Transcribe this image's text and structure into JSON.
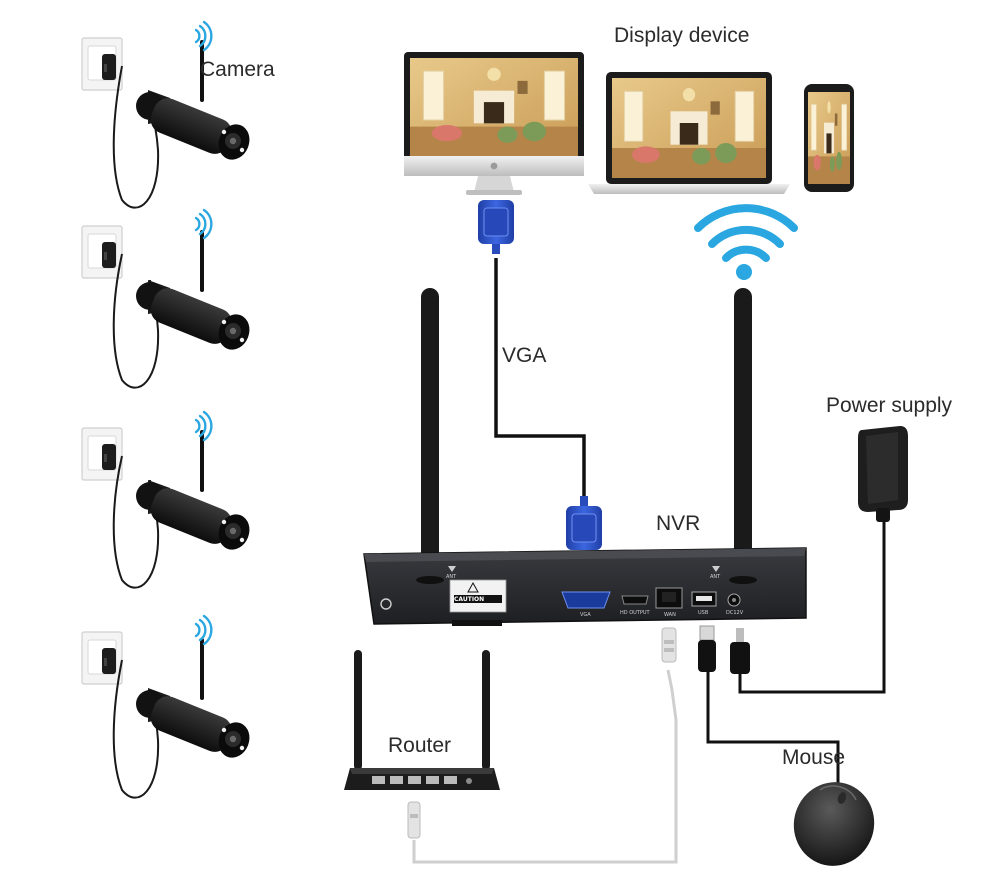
{
  "labels": {
    "camera": "Camera",
    "display_device": "Display device",
    "vga": "VGA",
    "nvr": "NVR",
    "power_supply": "Power supply",
    "router": "Router",
    "mouse": "Mouse"
  },
  "nvr_panel": {
    "caution": "CAUTION",
    "port_vga": "VGA",
    "port_hdmi": "HD OUTPUT",
    "port_wan": "WAN",
    "port_usb": "USB",
    "port_dc": "DC12V",
    "ant_left": "ANT",
    "ant_right": "ANT"
  },
  "colors": {
    "vga_blue": "#2f55c8",
    "wifi_blue": "#2aa7e0",
    "nvr_body": "#2a2b2f",
    "cable_black": "#111111",
    "cable_grey": "#c9c9c9"
  },
  "icons": [
    "wifi-signal-icon",
    "plug-icon",
    "bullet-camera-icon",
    "monitor-icon",
    "laptop-icon",
    "phone-icon",
    "power-adapter-icon",
    "router-icon",
    "mouse-icon",
    "vga-connector-icon"
  ]
}
